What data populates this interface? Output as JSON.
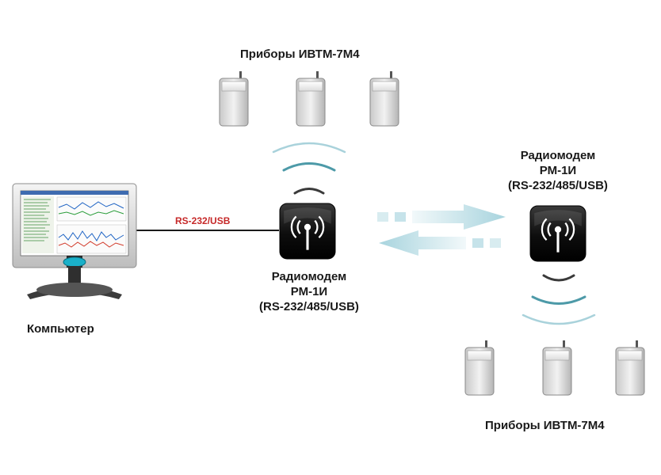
{
  "top_group_label": "Приборы ИВТМ-7М4",
  "bottom_group_label": "Приборы ИВТМ-7М4",
  "computer_label": "Компьютер",
  "link_label": "RS-232/USB",
  "modem_left": {
    "line1": "Радиомодем",
    "line2": "РМ-1И",
    "line3": "(RS-232/485/USB)"
  },
  "modem_right": {
    "line1": "Радиомодем",
    "line2": "РМ-1И",
    "line3": "(RS-232/485/USB)"
  },
  "colors": {
    "wave_dark": "#3a3a3a",
    "wave_teal": "#4d9aa8",
    "wave_light": "#a9d2db",
    "arrow": "#a8d4de",
    "link_line": "#1a1a1a",
    "link_text": "#c62828"
  }
}
